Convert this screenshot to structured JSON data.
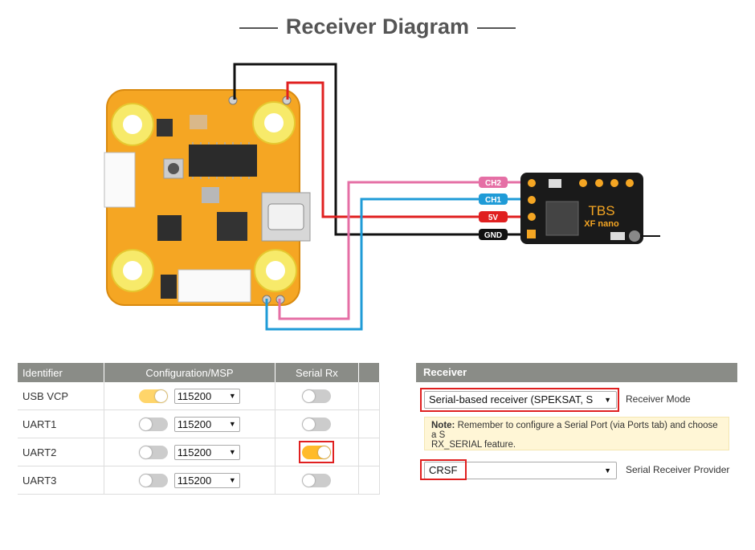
{
  "title": "Receiver Diagram",
  "receiver_module": {
    "brand": "TBS",
    "model": "XF nano",
    "pins": [
      {
        "label": "CH2",
        "color": "#e56fa5"
      },
      {
        "label": "CH1",
        "color": "#1f9bd7"
      },
      {
        "label": "5V",
        "color": "#e02020"
      },
      {
        "label": "GND",
        "color": "#111111"
      }
    ]
  },
  "ports_table": {
    "headers": [
      "Identifier",
      "Configuration/MSP",
      "Serial Rx"
    ],
    "rows": [
      {
        "id": "USB VCP",
        "msp_on": true,
        "baud": "115200",
        "serial_rx": false
      },
      {
        "id": "UART1",
        "msp_on": false,
        "baud": "115200",
        "serial_rx": false
      },
      {
        "id": "UART2",
        "msp_on": false,
        "baud": "115200",
        "serial_rx": true
      },
      {
        "id": "UART3",
        "msp_on": false,
        "baud": "115200",
        "serial_rx": false
      }
    ]
  },
  "receiver_panel": {
    "header": "Receiver",
    "mode_value": "Serial-based receiver (SPEKSAT, S",
    "mode_label": "Receiver Mode",
    "note_bold": "Note:",
    "note_text": "Remember to configure a Serial Port (via Ports tab) and choose a S",
    "note_text2": "RX_SERIAL feature.",
    "provider_value": "CRSF",
    "provider_label": "Serial Receiver Provider"
  },
  "colors": {
    "board": "#f5a623",
    "wire_black": "#111111",
    "wire_red": "#e02020",
    "wire_pink": "#e56fa5",
    "wire_blue": "#1f9bd7",
    "highlight": "#e02020",
    "header_gray": "#8a8c87"
  }
}
